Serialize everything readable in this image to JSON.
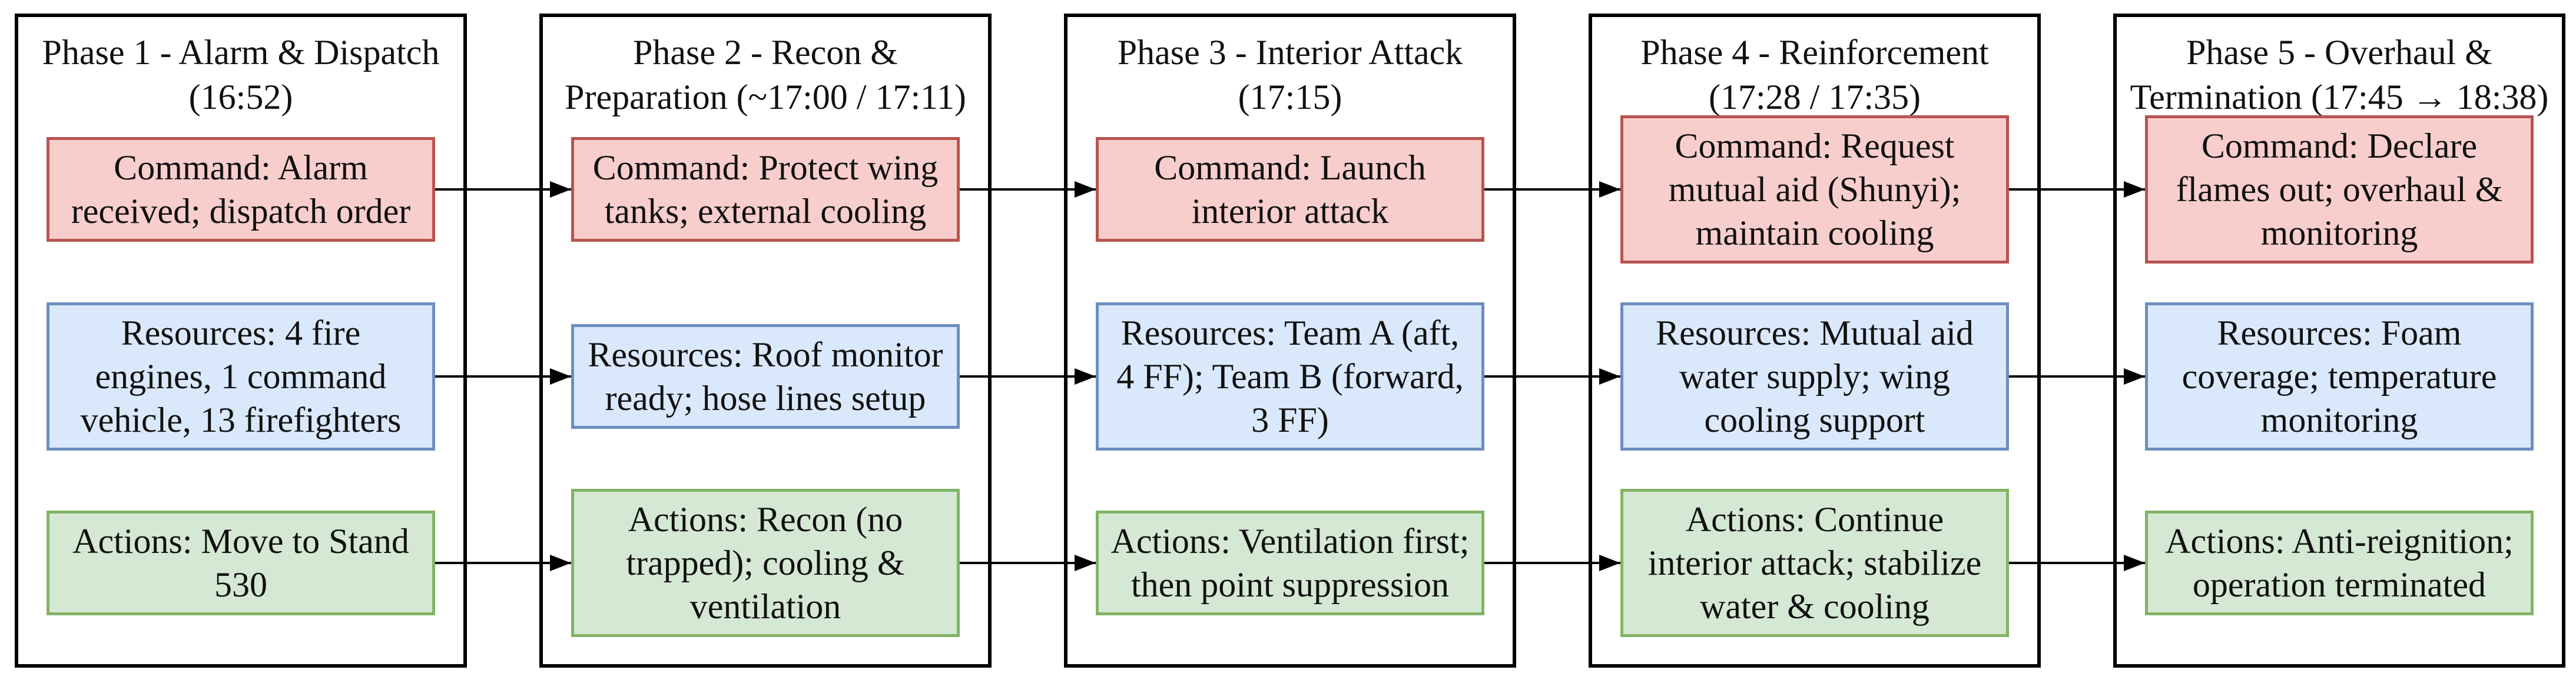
{
  "diagram": {
    "description": "Fire incident response timeline flowchart with five sequential phases, each containing Command, Resources and Actions boxes linked phase-to-phase by arrows",
    "phases": [
      {
        "title": "Phase 1 - Alarm & Dispatch (16:52)",
        "command": "Command: Alarm received; dispatch order",
        "resources": "Resources: 4 fire engines, 1 command vehicle, 13 firefighters",
        "actions": "Actions: Move to Stand 530"
      },
      {
        "title": "Phase 2 - Recon & Preparation (~17:00 / 17:11)",
        "command": "Command: Protect wing tanks; external cooling",
        "resources": "Resources: Roof monitor ready; hose lines setup",
        "actions": "Actions: Recon (no trapped); cooling & ventilation"
      },
      {
        "title": "Phase 3 - Interior Attack (17:15)",
        "command": "Command: Launch interior attack",
        "resources": "Resources: Team A (aft, 4 FF); Team B (forward, 3 FF)",
        "actions": "Actions: Ventilation first; then point suppression"
      },
      {
        "title": "Phase 4 - Reinforcement (17:28 / 17:35)",
        "command": "Command: Request mutual aid (Shunyi); maintain cooling",
        "resources": "Resources: Mutual aid water supply; wing cooling support",
        "actions": "Actions: Continue interior attack; stabilize water & cooling"
      },
      {
        "title": "Phase 5 - Overhaul & Termination (17:45 → 18:38)",
        "command": "Command: Declare flames out; overhaul & monitoring",
        "resources": "Resources: Foam coverage; temperature monitoring",
        "actions": "Actions: Anti-reignition; operation terminated"
      }
    ],
    "colors": {
      "command_fill": "#f8cecc",
      "command_stroke": "#b85450",
      "resources_fill": "#dae8fc",
      "resources_stroke": "#6c8ebf",
      "actions_fill": "#d5e8d4",
      "actions_stroke": "#82b366",
      "frame_stroke": "#000000",
      "connector": "#000000",
      "text": "#111111"
    }
  }
}
